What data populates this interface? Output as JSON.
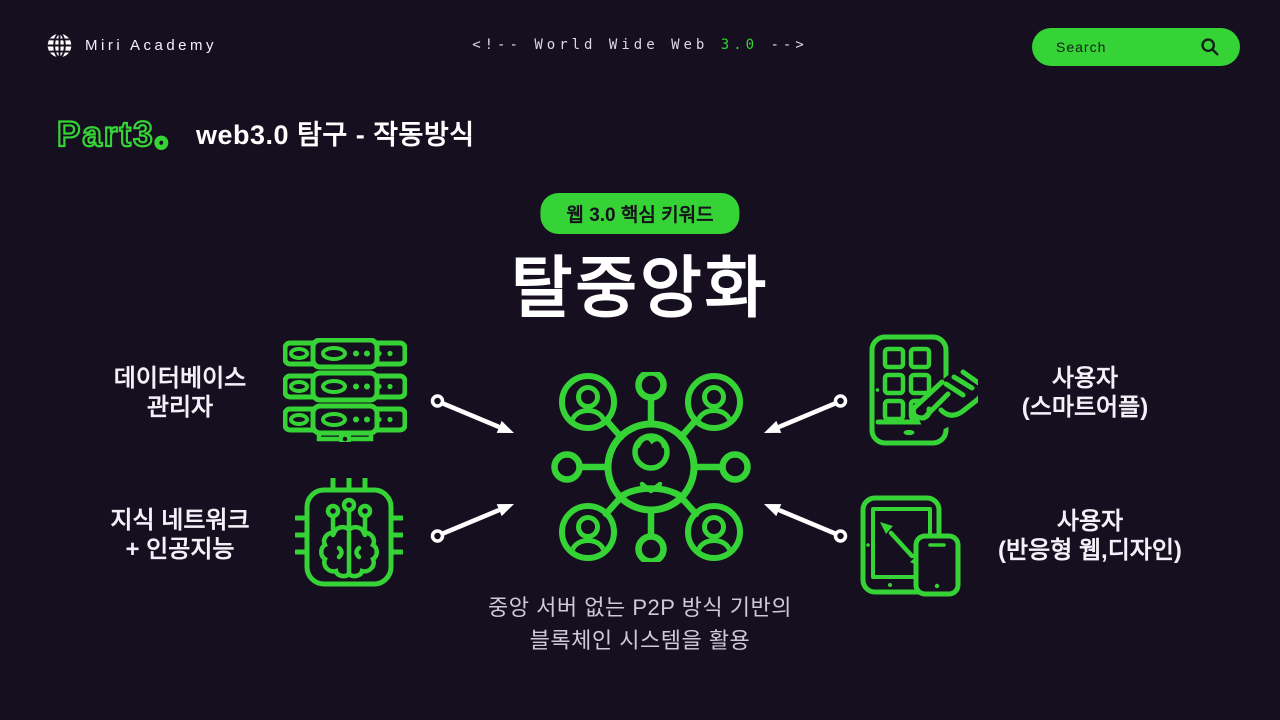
{
  "colors": {
    "background": "#150f1f",
    "accent_green": "#35d335",
    "text_primary": "#ffffff",
    "text_muted": "#cfc9d8",
    "pill_text_dark": "#15131c"
  },
  "header": {
    "brand": "Miri Academy",
    "brand_icon": "globe-icon",
    "comment_prefix": "<!-- World Wide Web ",
    "comment_highlight": "3.0",
    "comment_suffix": " -->",
    "search_label": "Search",
    "search_icon": "magnifier-icon"
  },
  "title": {
    "part_label": "Part3。",
    "heading": "web3.0 탐구 - 작동방식"
  },
  "keyword": {
    "badge": "웹 3.0 핵심 키워드",
    "main": "탈중앙화"
  },
  "diagram": {
    "center_icon": "p2p-network-people-icon",
    "connector_icon": "arrow-connector",
    "left_items": [
      {
        "icon": "server-stack-icon",
        "label_line1": "데이터베이스",
        "label_line2": "관리자"
      },
      {
        "icon": "ai-brain-chip-icon",
        "label_line1": "지식 네트워크",
        "label_line2": "+ 인공지능"
      }
    ],
    "right_items": [
      {
        "icon": "smartphone-tap-icon",
        "label_line1": "사용자",
        "label_line2": "(스마트어플)"
      },
      {
        "icon": "responsive-devices-icon",
        "label_line1": "사용자",
        "label_line2": "(반응형 웹,디자인)"
      }
    ],
    "caption_line1": "중앙 서버 없는 P2P 방식 기반의",
    "caption_line2": "블록체인 시스템을 활용"
  }
}
